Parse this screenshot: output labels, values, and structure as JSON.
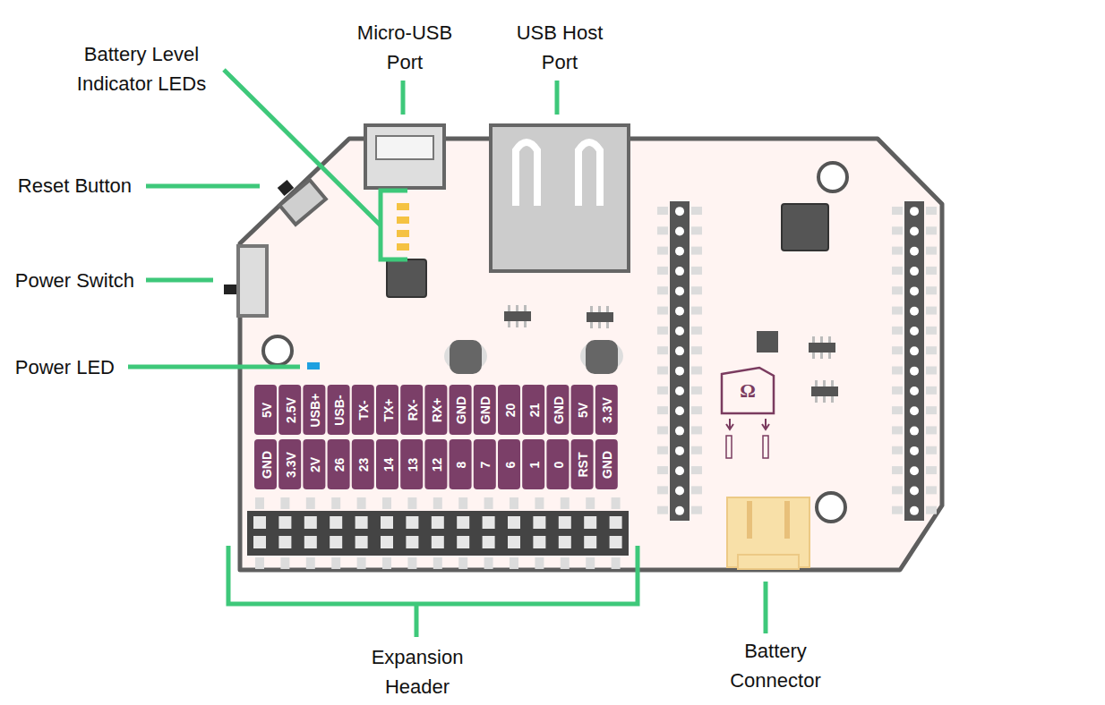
{
  "diagram": {
    "labels": [
      "Battery Level Indicator LEDs",
      "Micro-USB Port",
      "USB Host Port",
      "Reset Button",
      "Power Switch",
      "Power LED",
      "5V",
      "2.5V",
      "USB+",
      "USB-",
      "TX-",
      "TX+",
      "RX-",
      "RX+",
      "GND",
      "GND",
      "20",
      "21",
      "GND",
      "5V",
      "3.3V",
      "GND",
      "3.3V",
      "2V",
      "26",
      "23",
      "14",
      "13",
      "12",
      "8",
      "7",
      "6",
      "1",
      "0",
      "RST",
      "GND",
      "Ω",
      "Expansion Header",
      "Battery Connector"
    ]
  }
}
